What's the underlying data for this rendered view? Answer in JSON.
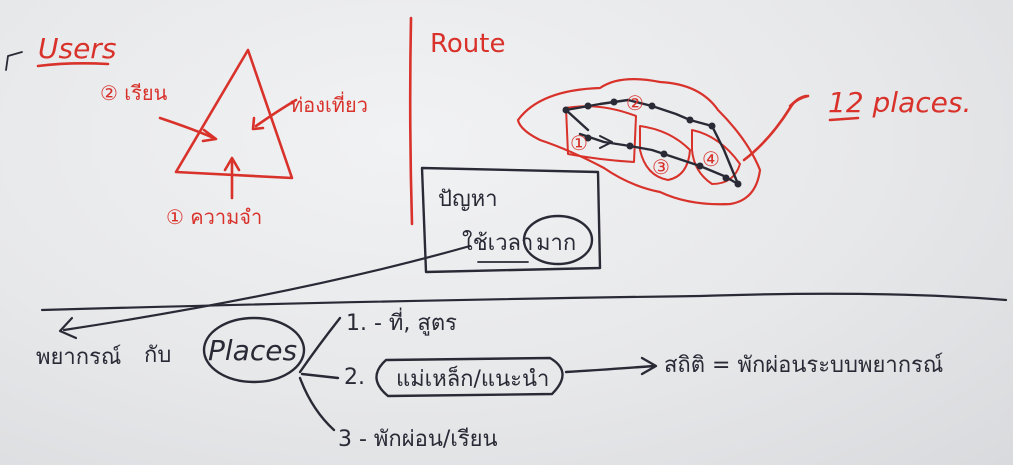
{
  "users_section": {
    "title": "Users",
    "vertex_2_label": "② เรียน",
    "vertex_right_label": "ท่องเที่ยว",
    "vertex_1_label": "① ความจำ"
  },
  "route_section": {
    "title": "Route",
    "places_label": "12 places.",
    "area_labels": [
      "①",
      "②",
      "③",
      "④"
    ]
  },
  "problem_box": {
    "line1": "ปัญหา",
    "line2": "ใช้เวลา",
    "circled": "มาก"
  },
  "bottom": {
    "left_text": "พยากรณ์",
    "left_mid": "กับ",
    "places_word": "Places",
    "item1": "1. - ที่, สูตร",
    "item2_number": "2.",
    "item2_text": "แม่เหล็ก/แนะนำ",
    "item3": "3 - พักผ่อน/เรียน",
    "result_text": "สถิติ = พักผ่อนระบบพยากรณ์"
  },
  "colors": {
    "ink_red": "#d8322b",
    "ink_dark": "#2a2a36",
    "paper": "#e8e9eb"
  }
}
